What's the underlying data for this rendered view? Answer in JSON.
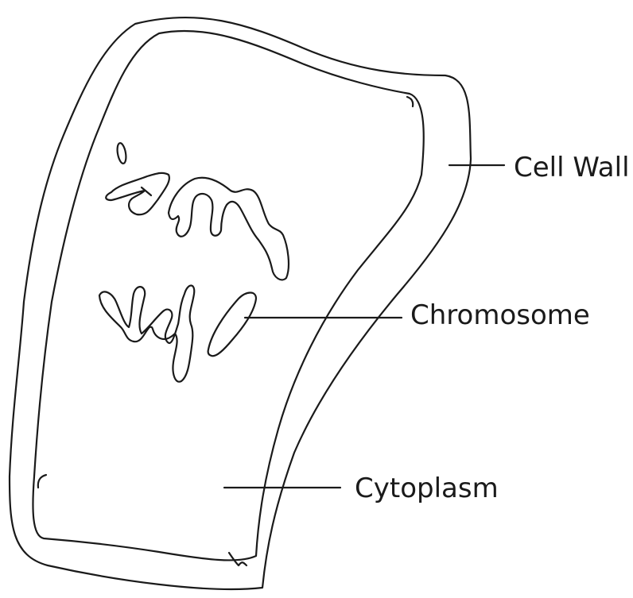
{
  "diagram": {
    "labels": {
      "cell_wall": "Cell Wall",
      "chromosome": "Chromosome",
      "cytoplasm": "Cytoplasm"
    },
    "colors": {
      "stroke": "#1a1a1a",
      "background": "#ffffff"
    }
  }
}
